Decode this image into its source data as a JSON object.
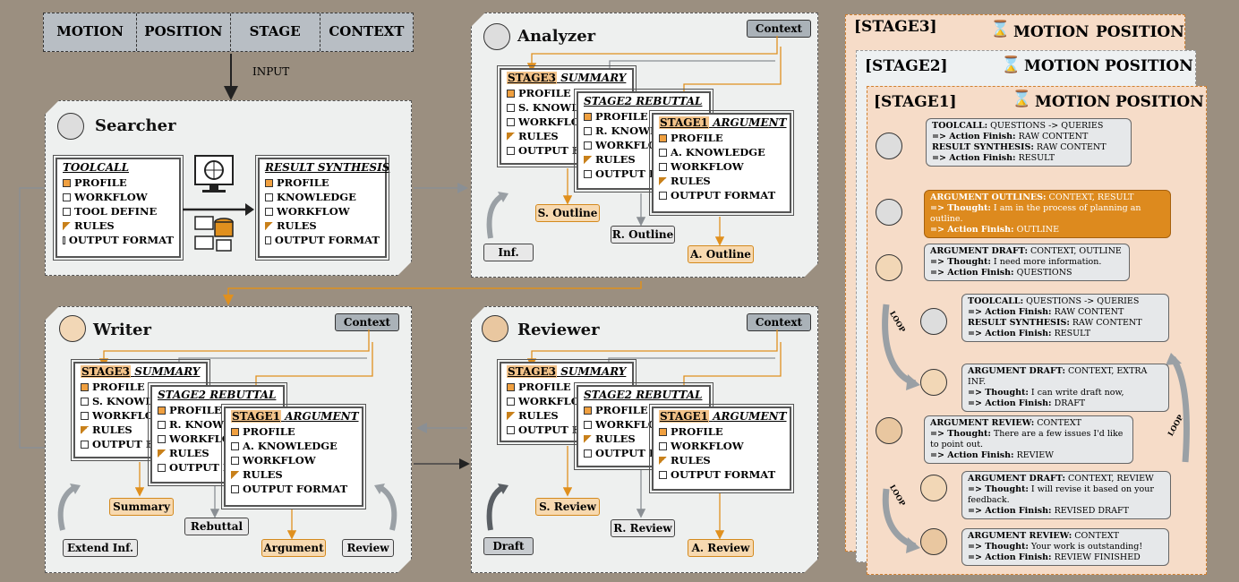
{
  "input": {
    "cells": [
      "MOTION",
      "POSITION",
      "STAGE",
      "CONTEXT"
    ],
    "label": "INPUT"
  },
  "searcher": {
    "title": "Searcher",
    "toolcall": {
      "header": "TOOLCALL",
      "items": [
        "PROFILE",
        "WORKFLOW",
        "TOOL DEFINE",
        "RULES",
        "OUTPUT FORMAT"
      ]
    },
    "synthesis": {
      "header": "RESULT SYNTHESIS",
      "items": [
        "PROFILE",
        "KNOWLEDGE",
        "WORKFLOW",
        "RULES",
        "OUTPUT FORMAT"
      ]
    }
  },
  "analyzer": {
    "title": "Analyzer",
    "context": "Context",
    "s3": {
      "stage": "STAGE3",
      "name": "SUMMARY",
      "items": [
        "PROFILE",
        "S. KNOWL",
        "WORKFLOW",
        "RULES",
        "OUTPUT F"
      ]
    },
    "s2": {
      "stage": "STAGE2",
      "name": "REBUTTAL",
      "items": [
        "PROFILE",
        "R. KNOWL",
        "WORKFLO",
        "RULES",
        "OUTPUT F"
      ]
    },
    "s1": {
      "stage": "STAGE1",
      "name": "ARGUMENT",
      "items": [
        "PROFILE",
        "A. KNOWLEDGE",
        "WORKFLOW",
        "RULES",
        "OUTPUT FORMAT"
      ]
    },
    "outputs": [
      "S. Outline",
      "R. Outline",
      "A. Outline"
    ],
    "inf": "Inf."
  },
  "writer": {
    "title": "Writer",
    "context": "Context",
    "s3": {
      "stage": "STAGE3",
      "name": "SUMMARY",
      "items": [
        "PROFILE",
        "S. KNOWL",
        "WORKFLOW",
        "RULES",
        "OUTPUT F"
      ]
    },
    "s2": {
      "stage": "STAGE2",
      "name": "REBUTTAL",
      "items": [
        "PROFILE",
        "R. KNOWL",
        "WORKFLO",
        "RULES",
        "OUTPUT F"
      ]
    },
    "s1": {
      "stage": "STAGE1",
      "name": "ARGUMENT",
      "items": [
        "PROFILE",
        "A. KNOWLEDGE",
        "WORKFLOW",
        "RULES",
        "OUTPUT FORMAT"
      ]
    },
    "outputs": [
      "Summary",
      "Rebuttal",
      "Argument"
    ],
    "extend": "Extend Inf.",
    "review": "Review"
  },
  "reviewer": {
    "title": "Reviewer",
    "context": "Context",
    "s3": {
      "stage": "STAGE3",
      "name": "SUMMARY",
      "items": [
        "PROFILE",
        "WORKFLOW",
        "RULES",
        "OUTPUT F"
      ]
    },
    "s2": {
      "stage": "STAGE2",
      "name": "REBUTTAL",
      "items": [
        "PROFILE",
        "WORKFLOW",
        "RULES",
        "OUTPUT F"
      ]
    },
    "s1": {
      "stage": "STAGE1",
      "name": "ARGUMENT",
      "items": [
        "PROFILE",
        "WORKFLOW",
        "RULES",
        "OUTPUT FORMAT"
      ]
    },
    "outputs": [
      "S. Review",
      "R. Review",
      "A. Review"
    ],
    "draft": "Draft"
  },
  "stages": {
    "s3": "[STAGE3]",
    "s2": "[STAGE2]",
    "s1": "[STAGE1]",
    "motion": "MOTION",
    "position": "POSITION",
    "loop": "LOOP",
    "messages": [
      {
        "lines": [
          [
            "TOOLCALL:",
            " QUESTIONS -> QUERIES"
          ],
          [
            "=> Action Finish:",
            " RAW CONTENT"
          ],
          [
            "RESULT SYNTHESIS:",
            " RAW CONTENT"
          ],
          [
            "=> Action Finish:",
            " RESULT"
          ]
        ]
      },
      {
        "lines": [
          [
            "ARGUMENT OUTLINES:",
            " CONTEXT, RESULT"
          ],
          [
            "=> Thought:",
            " I am in the process of planning an outline."
          ],
          [
            "=> Action Finish:",
            " OUTLINE"
          ]
        ]
      },
      {
        "lines": [
          [
            "ARGUMENT DRAFT:",
            " CONTEXT, OUTLINE"
          ],
          [
            "=> Thought:",
            " I need more information."
          ],
          [
            "=> Action Finish:",
            " QUESTIONS"
          ]
        ]
      },
      {
        "lines": [
          [
            "TOOLCALL:",
            " QUESTIONS -> QUERIES"
          ],
          [
            "=> Action Finish:",
            " RAW CONTENT"
          ],
          [
            "RESULT SYNTHESIS:",
            " RAW CONTENT"
          ],
          [
            "=> Action Finish:",
            " RESULT"
          ]
        ]
      },
      {
        "lines": [
          [
            "ARGUMENT DRAFT:",
            " CONTEXT, EXTRA INF."
          ],
          [
            "=> Thought:",
            " I can write draft now,"
          ],
          [
            "=> Action Finish:",
            " DRAFT"
          ]
        ]
      },
      {
        "lines": [
          [
            "ARGUMENT REVIEW:",
            " CONTEXT"
          ],
          [
            "=> Thought:",
            " There are a few issues I'd like to point out."
          ],
          [
            "=> Action Finish:",
            " REVIEW"
          ]
        ]
      },
      {
        "lines": [
          [
            "ARGUMENT DRAFT:",
            " CONTEXT, REVIEW"
          ],
          [
            "=> Thought:",
            " I will revise it based on your feedback."
          ],
          [
            "=> Action Finish:",
            " REVISED DRAFT"
          ]
        ]
      },
      {
        "lines": [
          [
            "ARGUMENT REVIEW:",
            " CONTEXT"
          ],
          [
            "=> Thought:",
            " Your work is outstanding!"
          ],
          [
            "=> Action Finish:",
            " REVIEW FINISHED"
          ]
        ]
      }
    ]
  },
  "colors": {
    "accent": "#e0901e",
    "gray_arrow": "#8a8f94",
    "panel": "#eef0ef",
    "stage_bg": "#f6dcc8"
  }
}
